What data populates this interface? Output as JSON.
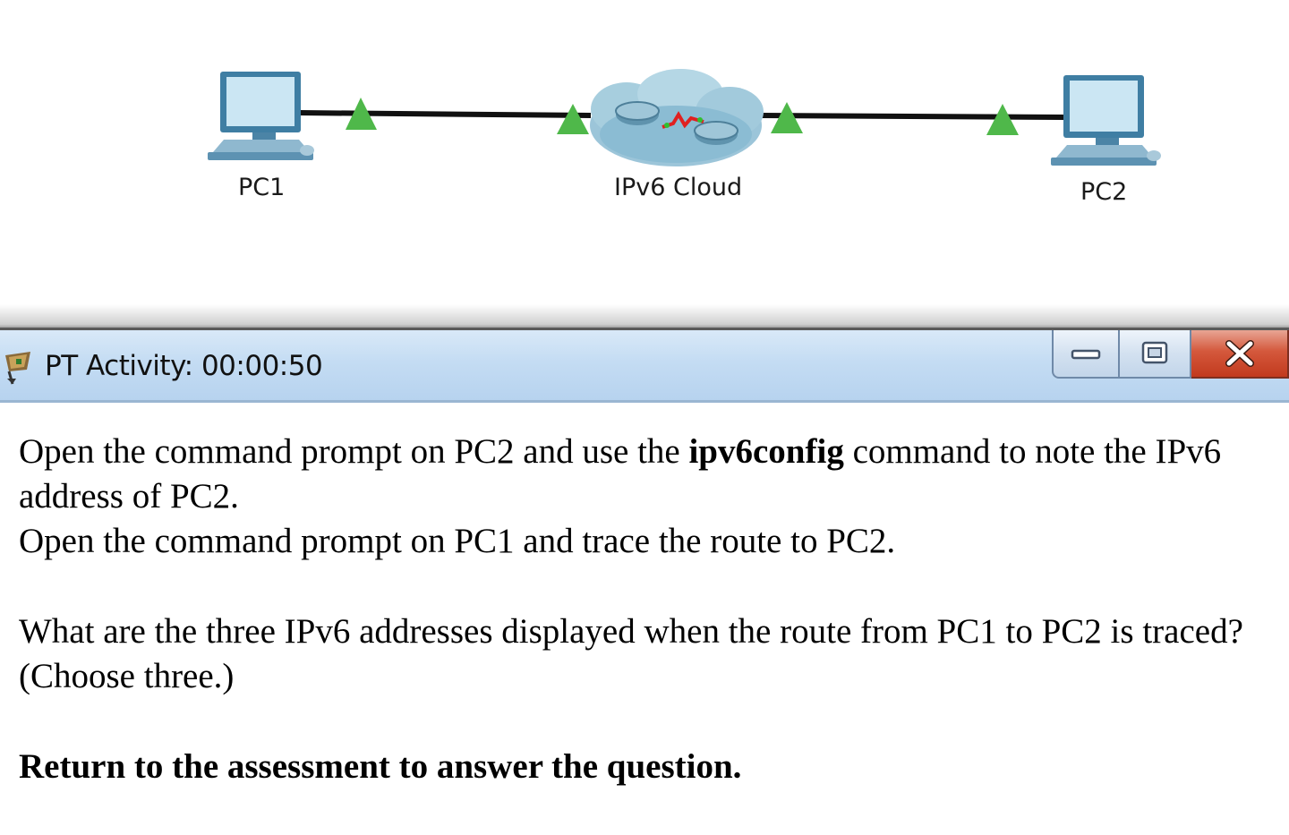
{
  "topology": {
    "nodes": [
      {
        "id": "pc1",
        "label": "PC1"
      },
      {
        "id": "cloud",
        "label": "IPv6 Cloud"
      },
      {
        "id": "pc2",
        "label": "PC2"
      }
    ],
    "link_indicator_color": "#4fb84a"
  },
  "window": {
    "title": "PT Activity: 00:00:50",
    "controls": {
      "minimize": "minimize-icon",
      "maximize": "maximize-icon",
      "close": "close-icon"
    }
  },
  "instructions": {
    "line1_pre": "Open the command prompt on PC2 and use the ",
    "line1_cmd": "ipv6config",
    "line1_post": " command to note the IPv6 address of PC2.",
    "line2": "Open the command prompt on PC1 and trace the route to PC2.",
    "question": "What are the three IPv6 addresses displayed when the route from PC1 to PC2 is traced? (Choose three.)",
    "footer": "Return to the assessment to answer the question."
  }
}
